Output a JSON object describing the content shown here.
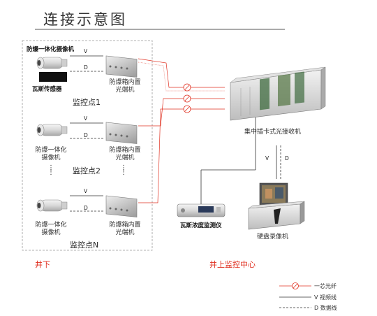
{
  "title": "连接示意图",
  "site1": {
    "camera_label": "防爆一体化摄像机",
    "gas_sensor": "瓦斯传感器",
    "box_label_line1": "防爆箱内置",
    "box_label_line2": "光端机",
    "point_label": "监控点1",
    "v": "V",
    "d": "D"
  },
  "site2": {
    "camera_label_line1": "防爆一体化",
    "camera_label_line2": "摄像机",
    "box_label_line1": "防爆箱内置",
    "box_label_line2": "光端机",
    "point_label": "监控点2",
    "v": "V",
    "d": "D"
  },
  "siteN": {
    "camera_label_line1": "防爆一体化",
    "camera_label_line2": "摄像机",
    "box_label_line1": "防爆箱内置",
    "box_label_line2": "光端机",
    "point_label": "监控点N",
    "v": "V",
    "d": "D"
  },
  "receiver": {
    "label": "集中插卡式光接收机",
    "v": "V",
    "d": "D"
  },
  "gas_monitor": "瓦斯浓度监测仪",
  "dvr": "硬盘录像机",
  "underground": "井下",
  "control_center": "井上监控中心",
  "legend": {
    "fiber": "一芯光纤",
    "video": "V 视频线",
    "data": "D 数据线"
  },
  "colors": {
    "fiber": "#e03020",
    "accent": "#e03020"
  }
}
